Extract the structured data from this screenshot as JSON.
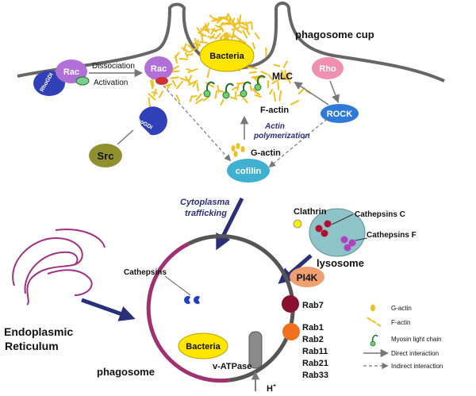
{
  "labels": {
    "phagosome_cup": "phagosome cup",
    "bacteria_top": "Bacteria",
    "bacteria_bottom": "Bacteria",
    "dissociation": "Dissociation",
    "activation": "Activation",
    "rac": "Rac",
    "rhogdi": "RhoGDI",
    "rho": "Rho",
    "rock": "ROCK",
    "mlc": "MLC",
    "f_actin": "F-actin",
    "actin_polymerization_1": "Actin",
    "actin_polymerization_2": "polymerization",
    "g_actin": "G-actin",
    "cofilin": "cofilin",
    "src": "Src",
    "cytoplasma_1": "Cytoplasma",
    "cytoplasma_2": "trafficking",
    "clathrin": "Clathrin",
    "cathepsins_c": "Cathepsins C",
    "cathepsins_f": "Cathepsins F",
    "lysosome": "lysosome",
    "pi4k": "PI4K",
    "cathepsins": "Cathepsins",
    "rab7": "Rab7",
    "rab_group": [
      "Rab1",
      "Rab2",
      "Rab11",
      "Rab21",
      "Rab33"
    ],
    "er_1": "Endoplasmic",
    "er_2": "Reticulum",
    "phagosome": "phagosome",
    "v_atpase": "v-ATPase",
    "h_plus": "H",
    "h_plus_sup": "+"
  },
  "legend": [
    {
      "symbol": "g-actin",
      "label": "G-actin"
    },
    {
      "symbol": "f-actin",
      "label": "F-actin"
    },
    {
      "symbol": "myosin",
      "label": "Myosin light chain"
    },
    {
      "symbol": "direct-arrow",
      "label": "Direct interaction"
    },
    {
      "symbol": "indirect-arrow",
      "label": "Indirect interaction"
    }
  ],
  "colors": {
    "actin": "#f0c020",
    "bacteria": "#ffe600",
    "rac": "#b070d8",
    "rhogdi": "#3040b8",
    "rho": "#f090b0",
    "rock": "#2f7ad8",
    "cofilin": "#40b0d0",
    "src": "#909030",
    "lysosome": "#8ec3c8",
    "pi4k": "#f0a070",
    "rab7": "#8a1030",
    "rab_group": "#f07020",
    "er": "#a03080",
    "phagosome_membrane": "#a03070",
    "arrow": "#2a2f7a"
  }
}
